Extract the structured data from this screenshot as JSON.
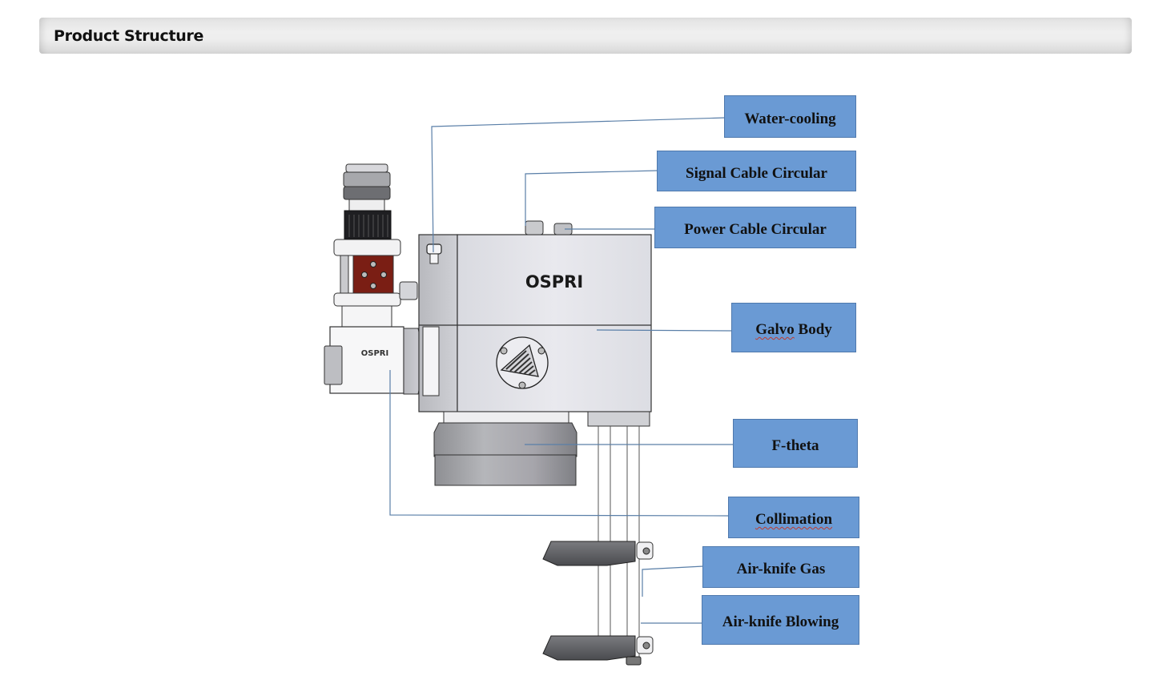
{
  "header": {
    "title": "Product Structure"
  },
  "diagram": {
    "device_logo": "OSPRI",
    "collimator_logo": "OSPRI",
    "labels": [
      {
        "id": "water-cooling",
        "text": "Water-cooling"
      },
      {
        "id": "signal-cable-circular",
        "text": "Signal Cable Circular"
      },
      {
        "id": "power-cable-circular",
        "text": "Power Cable Circular"
      },
      {
        "id": "galvo-body",
        "text": "Galvo Body",
        "spellcheck_word": "Galvo"
      },
      {
        "id": "f-theta",
        "text": "F-theta"
      },
      {
        "id": "collimation",
        "text": "Collimation",
        "spellcheck_word": "Collimation"
      },
      {
        "id": "air-knife-gas",
        "text": "Air-knife Gas"
      },
      {
        "id": "air-knife-blowing",
        "text": "Air-knife Blowing"
      }
    ],
    "colors": {
      "label_fill": "#6a9ad4",
      "label_border": "#4f79ad",
      "leader_line": "#5a7fa8",
      "logo_accent": "#7a1e14"
    }
  }
}
